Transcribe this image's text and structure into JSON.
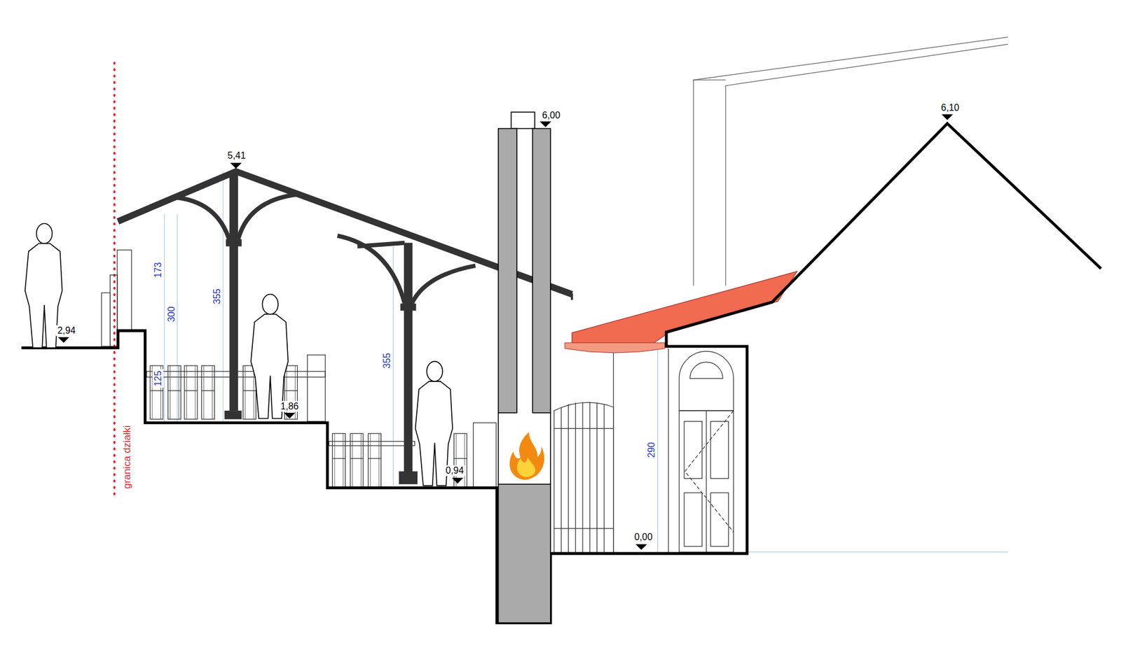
{
  "diagram": {
    "labels": [
      "granica działki",
      "2,94",
      "1,86",
      "0,94",
      "0,00",
      "5,41",
      "6,00",
      "6,10",
      "173",
      "300",
      "125",
      "355",
      "355",
      "290"
    ]
  }
}
